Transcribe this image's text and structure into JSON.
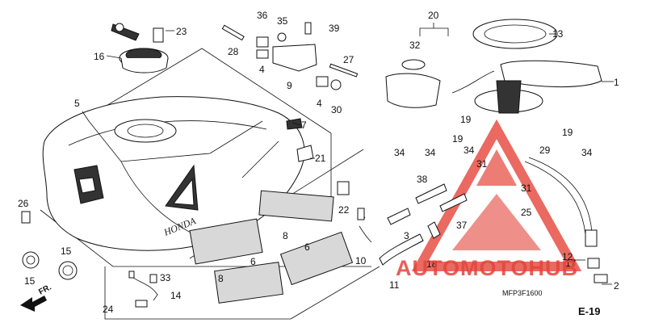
{
  "diagram_code": "MFP3F1600",
  "section_ref": "E-19",
  "direction_label": "FR.",
  "watermark": {
    "text": "AUTOMOTOHUB",
    "color_red": "#e5443a",
    "color_dark": "#2b2b2b"
  },
  "tank_emblem": "HONDA",
  "callouts": {
    "c1": "1",
    "c2": "2",
    "c3": "3",
    "c4a": "4",
    "c4b": "4",
    "c5": "5",
    "c6a": "6",
    "c6b": "6",
    "c7": "7",
    "c8a": "8",
    "c8b": "8",
    "c9": "9",
    "c10": "10",
    "c11": "11",
    "c12": "12",
    "c13": "13",
    "c14": "14",
    "c15a": "15",
    "c15b": "15",
    "c16": "16",
    "c17": "17",
    "c18": "18",
    "c19a": "19",
    "c19b": "19",
    "c19c": "19",
    "c20": "20",
    "c21": "21",
    "c22": "22",
    "c23": "23",
    "c24": "24",
    "c25": "25",
    "c26": "26",
    "c27": "27",
    "c28": "28",
    "c29": "29",
    "c30": "30",
    "c31a": "31",
    "c31b": "31",
    "c32": "32",
    "c33": "33",
    "c34a": "34",
    "c34b": "34",
    "c34c": "34",
    "c34d": "34",
    "c35": "35",
    "c36": "36",
    "c37": "37",
    "c38": "38",
    "c39": "39"
  }
}
